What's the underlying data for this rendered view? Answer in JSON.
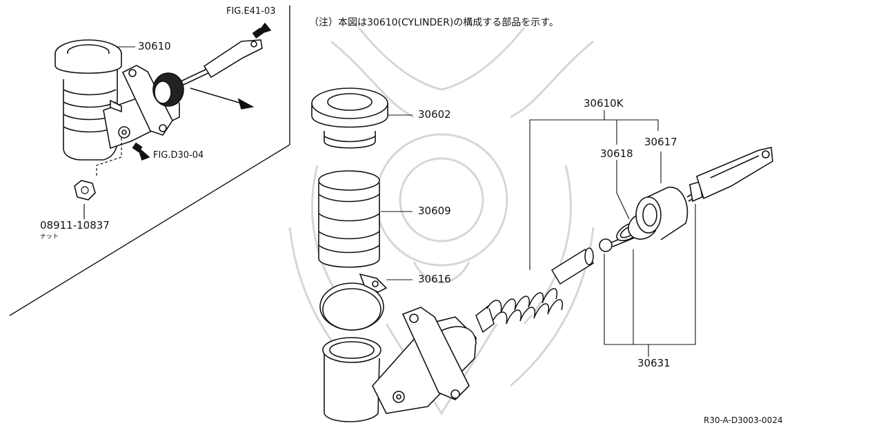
{
  "note": "（注）本図は30610(CYLINDER)の構成する部品を示す。",
  "figure_refs": {
    "fig_e41": "FIG.E41-03",
    "fig_d30": "FIG.D30-04"
  },
  "parts": {
    "master_cylinder": "30610",
    "nut_part": "08911-10837",
    "nut_caption": "ナット",
    "cap": "30602",
    "reservoir": "30609",
    "clamp": "30616",
    "repair_kit": "30610K",
    "boot_ring": "30618",
    "boot": "30617",
    "piston_kit": "30631"
  },
  "diagram_code": "R30-A-D3003-0024",
  "colors": {
    "ink": "#111111",
    "watermark": "#cfcfcf",
    "background": "#ffffff"
  }
}
